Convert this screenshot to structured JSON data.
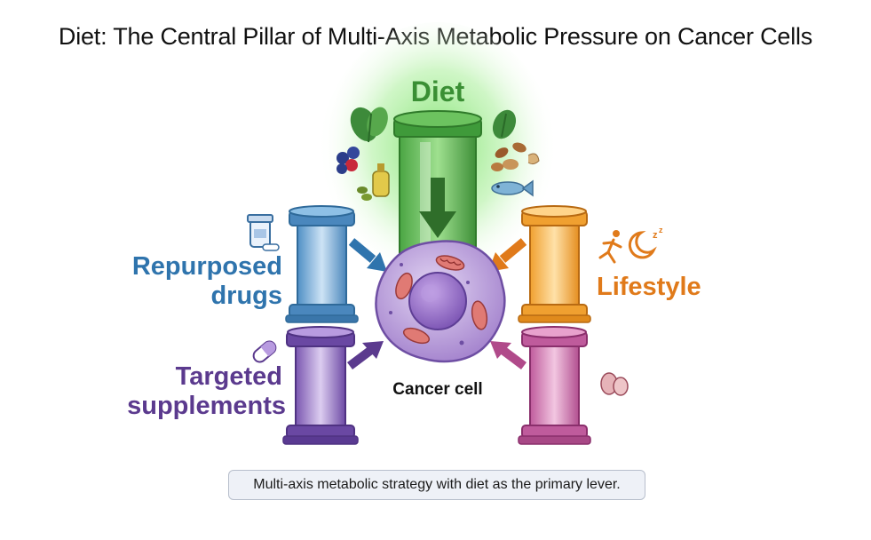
{
  "title": "Diet: The Central Pillar of Multi-Axis Metabolic Pressure on Cancer Cells",
  "pillars": {
    "diet": {
      "label": "Diet",
      "color": "#3a9a35"
    },
    "repurposed": {
      "label_line1": "Repurposed",
      "label_line2": "drugs",
      "color": "#2f74ad"
    },
    "supplements": {
      "label_line1": "Targeted",
      "label_line2": "supplements",
      "color": "#5b3a8e"
    },
    "lifestyle": {
      "label": "Lifestyle",
      "color": "#e07a1a"
    },
    "fifth": {
      "color": "#b04a8a"
    }
  },
  "center": {
    "label": "Cancer cell",
    "color": "#a98ad0"
  },
  "caption": "Multi-axis metabolic strategy with diet as the primary lever.",
  "icons": [
    "spinach-icon",
    "berries-icon",
    "olive-oil-icon",
    "nuts-icon",
    "fish-icon",
    "pill-bottle-icon",
    "capsule-icon",
    "running-person-icon",
    "sleep-moon-icon",
    "eggs-icon"
  ]
}
